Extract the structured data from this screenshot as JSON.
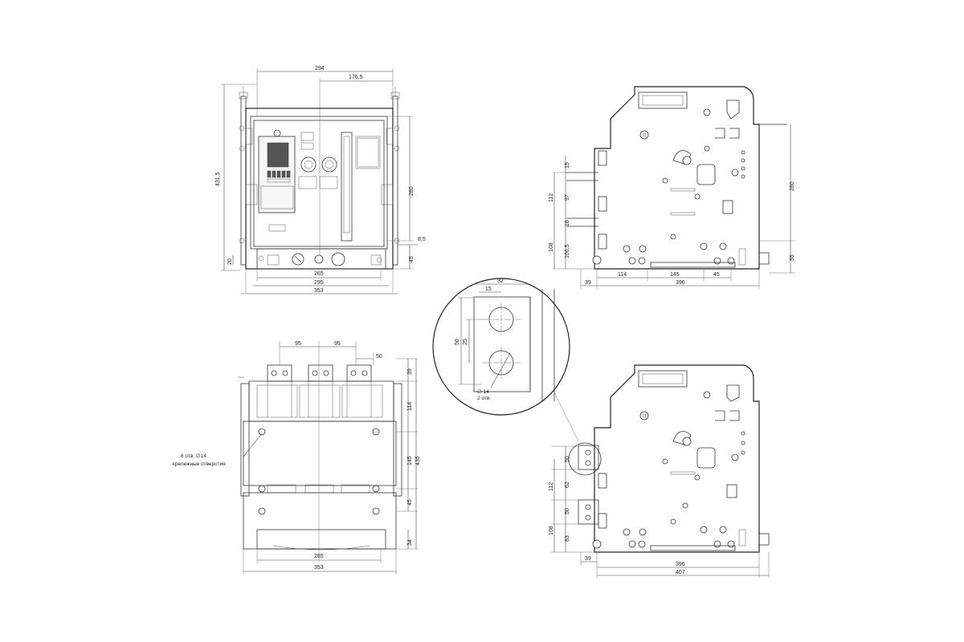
{
  "front_view": {
    "dim_top_total": "294",
    "dim_top_half": "176,5",
    "dim_height_total": "431,5",
    "dim_left_small": "20",
    "dim_right_280": "280",
    "dim_right_8_5": "8,5",
    "dim_right_45": "45",
    "dim_bottom_265": "265",
    "dim_bottom_295": "295",
    "dim_bottom_353": "353"
  },
  "side_view_top": {
    "dim_15": "15",
    "dim_97": "97",
    "dim_16": "16",
    "dim_100_5": "100,5",
    "dim_112": "112",
    "dim_108": "108",
    "dim_280": "280",
    "dim_55": "55",
    "dim_39": "39",
    "dim_114": "114",
    "dim_145": "145",
    "dim_45": "45",
    "dim_396": "396"
  },
  "detail_view": {
    "dim_32": "32",
    "dim_15": "15",
    "dim_50": "50",
    "dim_25": "25",
    "note_dia": "∅ 14",
    "note_holes": "2 отв."
  },
  "rear_view": {
    "dim_95_left": "95",
    "dim_95_right": "95",
    "dim_50": "50",
    "dim_39": "39",
    "dim_114": "114",
    "dim_145": "145",
    "dim_435": "435",
    "dim_45": "45",
    "dim_34": "34",
    "dim_265": "265",
    "dim_353": "353",
    "note_line1": "6 отв. ∅14",
    "note_line2": "крепежные отверстия"
  },
  "side_view_bottom": {
    "dim_50_top": "50",
    "dim_62": "62",
    "dim_50_mid": "50",
    "dim_83": "83",
    "dim_112": "112",
    "dim_108": "108",
    "dim_39": "39",
    "dim_396": "396",
    "dim_407": "407"
  }
}
